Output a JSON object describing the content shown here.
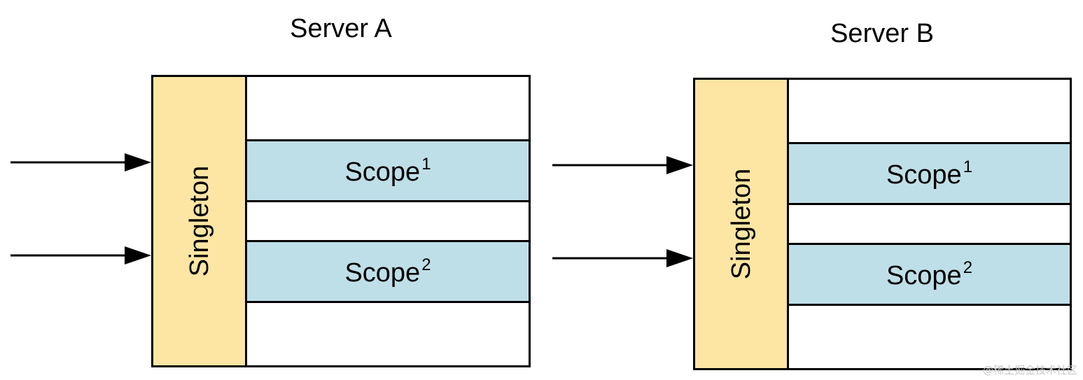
{
  "servers": [
    {
      "title": "Server A",
      "singleton_label": "Singleton",
      "scopes": [
        {
          "label": "Scope",
          "sup": "1"
        },
        {
          "label": "Scope",
          "sup": "2"
        }
      ]
    },
    {
      "title": "Server B",
      "singleton_label": "Singleton",
      "scopes": [
        {
          "label": "Scope",
          "sup": "1"
        },
        {
          "label": "Scope",
          "sup": "2"
        }
      ]
    }
  ],
  "watermark": "@稀土掘金技术社区",
  "colors": {
    "singleton_fill": "#fde6a4",
    "scope_fill": "#bfdfe8",
    "stroke": "#000000"
  }
}
